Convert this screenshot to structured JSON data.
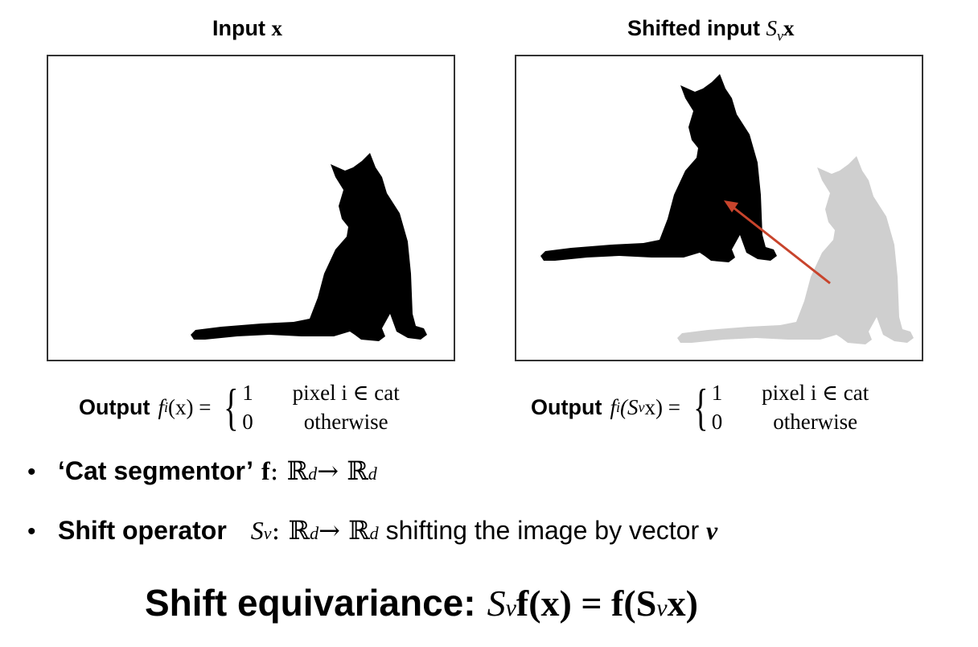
{
  "panels": {
    "left": {
      "title_text": "Input ",
      "title_math": "x",
      "output_label": "Output",
      "output_expr": "f",
      "output_sub": "i",
      "output_arg": "(x) =",
      "case1_value": "1",
      "case1_cond": "pixel i ∈ cat",
      "case2_value": "0",
      "case2_cond": "otherwise"
    },
    "right": {
      "title_text": "Shifted input ",
      "title_math": "S",
      "title_sub": "v",
      "title_math2": "x",
      "output_label": "Output",
      "output_expr": "f",
      "output_sub": "i",
      "output_arg_open": "(S",
      "output_arg_sub": "v",
      "output_arg_close": "x) =",
      "case1_value": "1",
      "case1_cond": "pixel i ∈ cat",
      "case2_value": "0",
      "case2_cond": "otherwise"
    }
  },
  "bullets": [
    {
      "strong": "‘Cat segmentor’",
      "math_name": "f",
      "math_rest": ": ℝ",
      "sup1": "d",
      "arrow": " → ℝ",
      "sup2": "d",
      "tail": ""
    },
    {
      "strong": "Shift operator",
      "math_name": "S",
      "math_sub": "v",
      "math_rest": ": ℝ",
      "sup1": "d",
      "arrow": " → ℝ",
      "sup2": "d",
      "tail": " shifting the image by vector ",
      "tail_math": "v"
    }
  ],
  "headline": {
    "strong": "Shift equivariance:",
    "lhs_S": "S",
    "lhs_sub": "v",
    "lhs_rest": "f(x) = f(S",
    "rhs_sub": "v",
    "rhs_rest": "x)"
  },
  "colors": {
    "cat": "#000000",
    "ghost_cat": "#cfcfcf",
    "arrow": "#c8442c"
  }
}
